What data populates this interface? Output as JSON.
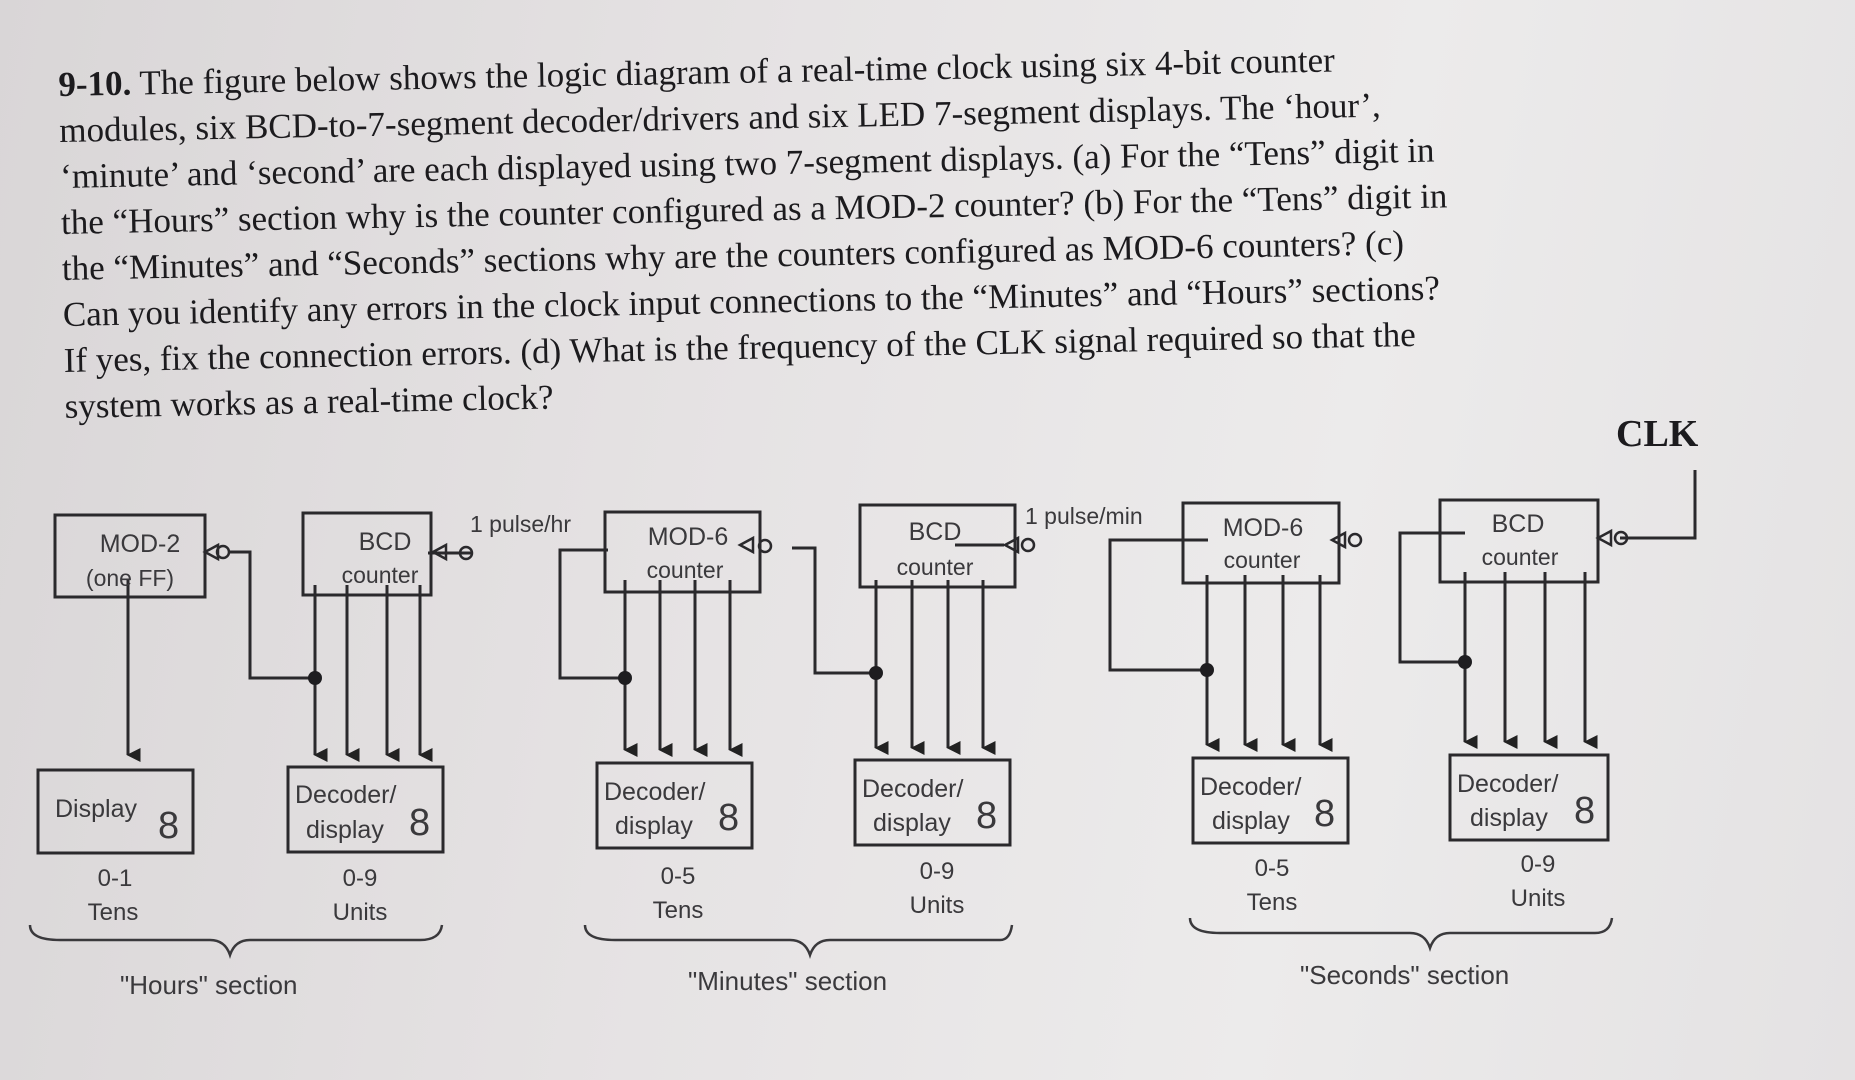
{
  "problem": {
    "number": "9-10.",
    "lines": [
      "The figure below shows the logic diagram of a real-time clock using six 4-bit counter",
      "modules, six BCD-to-7-segment decoder/drivers and six LED 7-segment displays. The ‘hour’,",
      "‘minute’ and ‘second’ are each displayed using two 7-segment displays. (a) For the “Tens” digit in",
      "the “Hours” section why is the counter configured as a MOD-2 counter? (b) For the “Tens” digit in",
      "the “Minutes” and “Seconds” sections why are the counters configured as MOD-6 counters? (c)",
      "Can you identify any errors in the clock input connections to the “Minutes” and “Hours” sections?",
      "If yes, fix the connection errors. (d) What is the frequency of the CLK signal required so that the",
      "system works as a real-time clock?"
    ]
  },
  "diagram": {
    "clk_label": "CLK",
    "pulse_labels": {
      "per_hour": "1 pulse/hr",
      "per_min": "1 pulse/min"
    },
    "counters": [
      {
        "line1": "MOD-2",
        "line2": "(one FF)"
      },
      {
        "line1": "BCD",
        "line2": "counter"
      },
      {
        "line1": "MOD-6",
        "line2": "counter"
      },
      {
        "line1": "BCD",
        "line2": "counter"
      },
      {
        "line1": "MOD-6",
        "line2": "counter"
      },
      {
        "line1": "BCD",
        "line2": "counter"
      }
    ],
    "displays": [
      {
        "line1": "Display",
        "line2": "",
        "digit": "8",
        "range": "0-1",
        "place": "Tens"
      },
      {
        "line1": "Decoder/",
        "line2": "display",
        "digit": "8",
        "range": "0-9",
        "place": "Units"
      },
      {
        "line1": "Decoder/",
        "line2": "display",
        "digit": "8",
        "range": "0-5",
        "place": "Tens"
      },
      {
        "line1": "Decoder/",
        "line2": "display",
        "digit": "8",
        "range": "0-9",
        "place": "Units"
      },
      {
        "line1": "Decoder/",
        "line2": "display",
        "digit": "8",
        "range": "0-5",
        "place": "Tens"
      },
      {
        "line1": "Decoder/",
        "line2": "display",
        "digit": "8",
        "range": "0-9",
        "place": "Units"
      }
    ],
    "sections": [
      {
        "label": "\"Hours\" section"
      },
      {
        "label": "\"Minutes\" section"
      },
      {
        "label": "\"Seconds\" section"
      }
    ]
  }
}
